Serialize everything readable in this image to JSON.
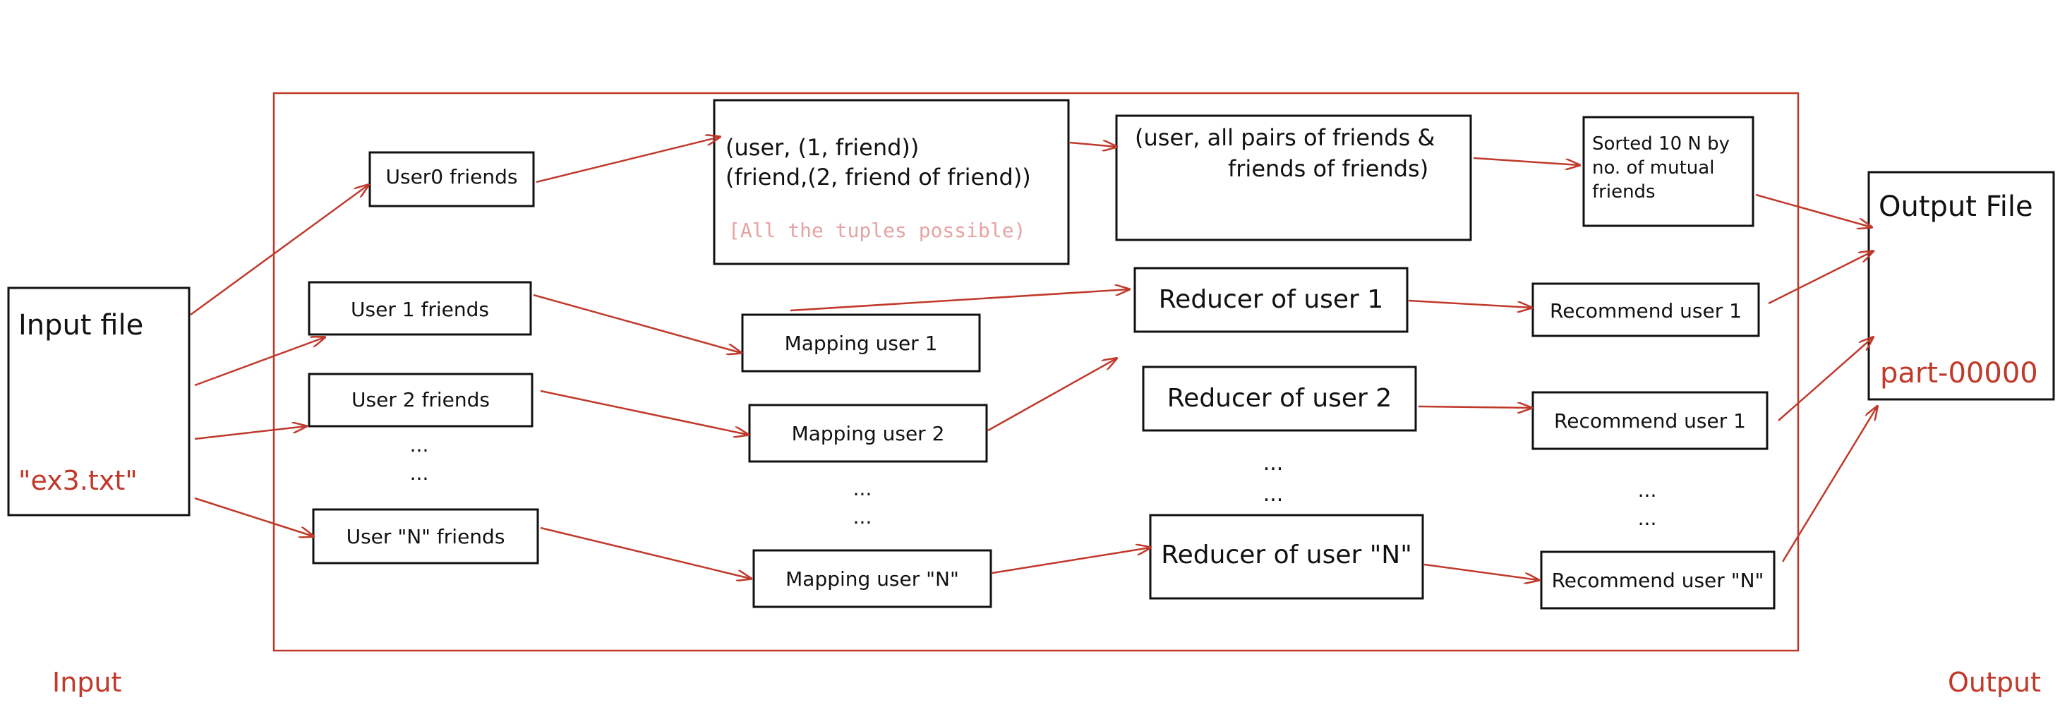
{
  "colors": {
    "accent": "#c0392b",
    "ink": "#111111",
    "muted": "#e5a3a3"
  },
  "labels": {
    "input_caption": "Input",
    "output_caption": "Output"
  },
  "input_file": {
    "title": "Input file",
    "filename": "\"ex3.txt\""
  },
  "output_file": {
    "title": "Output File",
    "filename": "part-00000"
  },
  "users": {
    "user0": "User0 friends",
    "user1": "User 1 friends",
    "user2": "User 2 friends",
    "userN": "User \"N\" friends"
  },
  "tuples": {
    "line1": "(user, (1, friend))",
    "line2": "(friend,(2, friend of friend))",
    "note": "[All the tuples possible)"
  },
  "mappers": {
    "m1": "Mapping user 1",
    "m2": "Mapping user 2",
    "mN": "Mapping user \"N\""
  },
  "pairs": {
    "line1": "(user, all pairs of friends &",
    "line2": "friends of friends)"
  },
  "reducers": {
    "r1": "Reducer of user 1",
    "r2": "Reducer of user 2",
    "rN": "Reducer of user \"N\""
  },
  "sorted": {
    "line1": "Sorted 10 N by",
    "line2": "no. of mutual",
    "line3": "friends"
  },
  "recommenders": {
    "rc1": "Recommend user 1",
    "rc2": "Recommend user 1",
    "rcN": "Recommend user \"N\""
  },
  "ellipsis": "..."
}
